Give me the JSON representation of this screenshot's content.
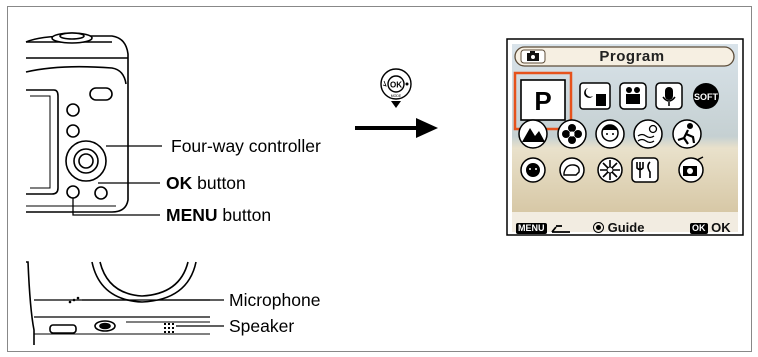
{
  "labels": {
    "four_way": "Four-way controller",
    "ok_bold": "OK",
    "ok_rest": " button",
    "menu_bold": "MENU",
    "menu_rest": " button",
    "microphone": "Microphone",
    "speaker": "Speaker"
  },
  "dial": {
    "center": "OK",
    "bottom": "MODE"
  },
  "screen": {
    "title": "Program",
    "selected_icon": "P",
    "soft_icon": "SOFT",
    "footer": {
      "menu_tag": "MENU",
      "guide": "Guide",
      "ok_tag": "OK",
      "ok_text": "OK"
    }
  },
  "icons": [
    "camera-icon",
    "program-mode-icon",
    "night-scene-icon",
    "movie-icon",
    "voice-recording-icon",
    "soft-icon",
    "landscape-icon",
    "flower-icon",
    "portrait-icon",
    "surf-snow-icon",
    "sport-icon",
    "kids-icon",
    "pet-icon",
    "fireworks-icon",
    "food-icon",
    "frame-composite-icon",
    "return-arrow-icon",
    "arrow-right-icon"
  ],
  "colors": {
    "screen_bg": "#efe7d2",
    "frame": "#888888",
    "accent": "#000000"
  }
}
